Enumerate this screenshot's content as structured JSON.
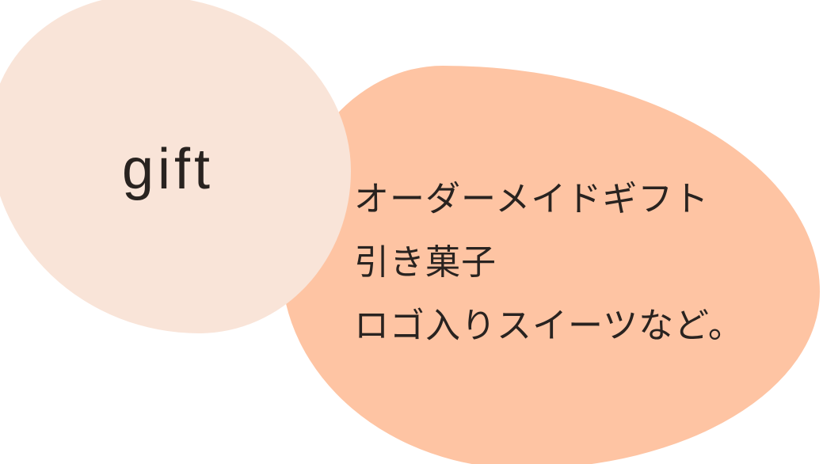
{
  "colors": {
    "background": "#ffffff",
    "left_bubble": "#f9e4d8",
    "right_bubble": "#fec4a3",
    "text": "#292320"
  },
  "gift_section": {
    "label": "gift",
    "description_lines": [
      "オーダーメイドギフト",
      "引き菓子",
      "ロゴ入りスイーツなど。"
    ]
  }
}
